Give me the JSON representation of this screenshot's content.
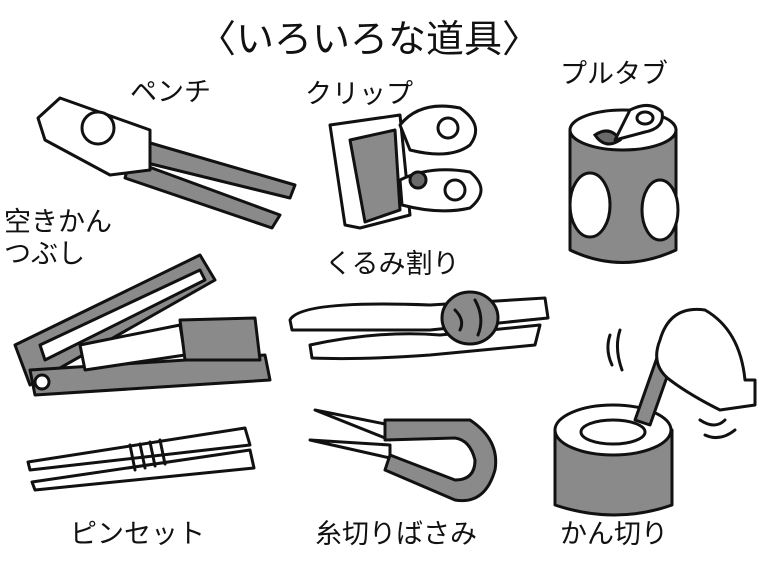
{
  "title": "〈いろいろな道具〉",
  "tools": {
    "pliers": "ペンチ",
    "clip": "クリップ",
    "pull_tab": "プルタブ",
    "can_crusher_line1": "空きかん",
    "can_crusher_line2": "つぶし",
    "nutcracker": "くるみ割り",
    "tweezers": "ピンセット",
    "thread_scissors": "糸切りばさみ",
    "can_opener": "かん切り"
  }
}
